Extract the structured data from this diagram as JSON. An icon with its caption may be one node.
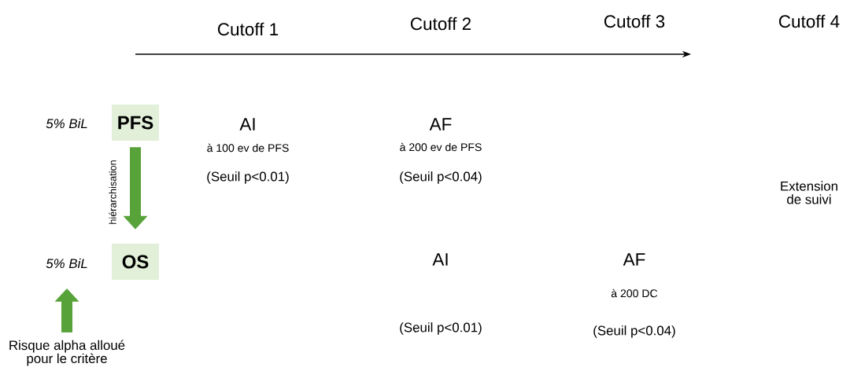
{
  "diagram": {
    "nodes": [
      {
        "text": [
          "5% BiL"
        ]
      },
      {
        "text": [
          "PFS"
        ]
      },
      {
        "text": [
          "5% BiL"
        ]
      },
      {
        "text": [
          "OS"
        ]
      },
      {
        "text": [
          "Risque alpha alloué pour le critère"
        ]
      }
    ],
    "edges": [
      {
        "from": 1,
        "to": 3,
        "arrow": "to",
        "label": "hiérarchisation"
      },
      {
        "from": 4,
        "to": 2,
        "arrow": "to"
      }
    ],
    "labels": [
      "Cutoff 1",
      "Cutoff 2",
      "Cutoff 3",
      "Cutoff 4",
      "AI",
      "à 100 ev de PFS",
      "(Seuil p<0.01)",
      "AF",
      "à 200 ev de PFS",
      "(Seuil p<0.04)",
      "Extension de suivi",
      "AI",
      "AF",
      "à 200 DC",
      "(Seuil p<0.01)",
      "(Seuil p<0.04)"
    ]
  }
}
